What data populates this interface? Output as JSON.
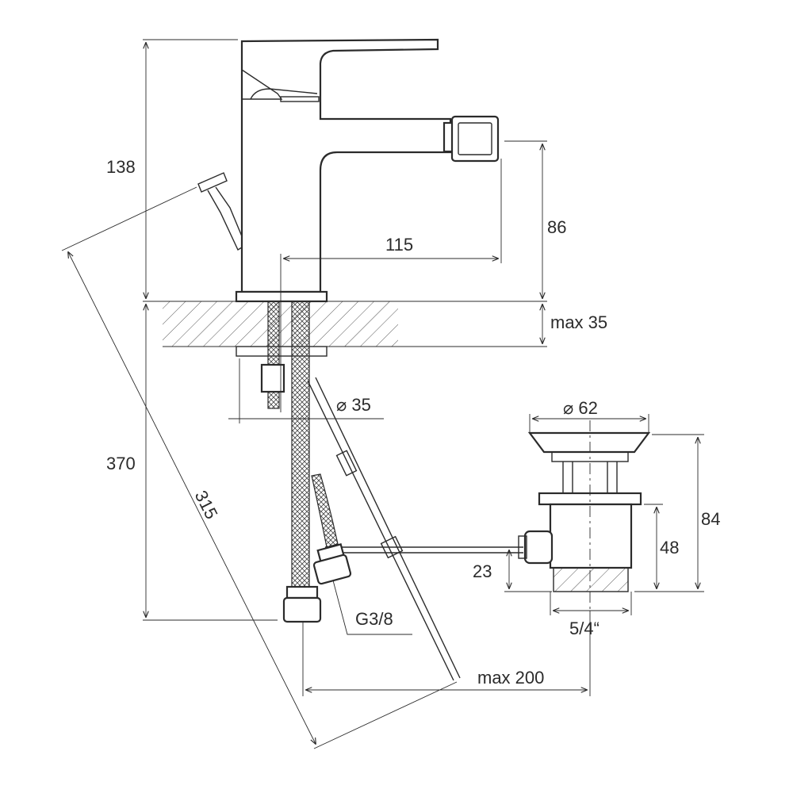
{
  "labels": {
    "h_top": "138",
    "h_spout": "86",
    "reach": "115",
    "counter": "max 35",
    "hole": "⌀ 35",
    "h_total": "370",
    "rod": "315",
    "waste_dia": "⌀ 62",
    "waste_h": "84",
    "waste_thread_h": "48",
    "link_h": "23",
    "waste_thread": "5/4“",
    "hose_thread": "G3/8",
    "rod_reach": "max 200"
  }
}
